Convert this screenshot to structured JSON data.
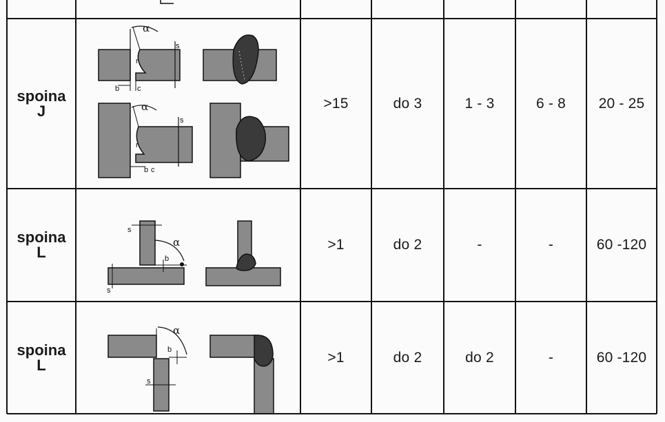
{
  "rows": [
    {
      "label_line1": "spoina",
      "label_line2": "J",
      "values": [
        ">15",
        "do 3",
        "1 - 3",
        "6 - 8",
        "20 - 25"
      ],
      "sketch_labels": {
        "alpha": "α",
        "s1": "s",
        "s2": "s",
        "r1": "r",
        "r2": "r",
        "b1": "b",
        "c1": "c",
        "b2": "b",
        "c2": "c"
      }
    },
    {
      "label_line1": "spoina",
      "label_line2": "L",
      "values": [
        ">1",
        "do 2",
        "-",
        "-",
        "60 -120"
      ],
      "sketch_labels": {
        "alpha": "α",
        "s1": "s",
        "s2": "s",
        "b": "b"
      }
    },
    {
      "label_line1": "spoina",
      "label_line2": "L",
      "values": [
        ">1",
        "do 2",
        "do 2",
        "-",
        "60 -120"
      ],
      "sketch_labels": {
        "alpha": "α",
        "s": "s",
        "b": "b"
      }
    }
  ],
  "colors": {
    "plate": "#8a8a8a",
    "weld": "#3a3a3a",
    "line": "#111111"
  }
}
